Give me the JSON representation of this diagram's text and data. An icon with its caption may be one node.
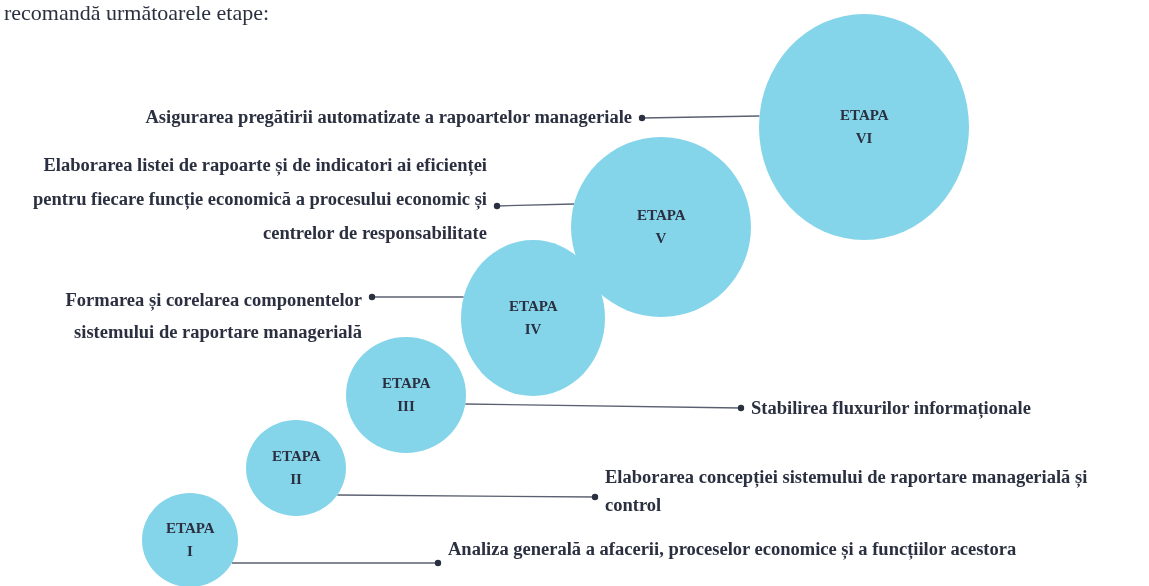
{
  "diagram": {
    "nodes": [
      {
        "text": [
          "Asigurarea pregătirii automatizate a rapoartelor manageriale"
        ]
      },
      {
        "text": [
          "ETAPA VI"
        ]
      },
      {
        "text": [
          "Elaborarea listei de rapoarte și de indicatori ai eficienței pentru fiecare funcție economică a procesului economic și centrelor de responsabilitate"
        ]
      },
      {
        "text": [
          "ETAPA V"
        ]
      },
      {
        "text": [
          "Formarea și corelarea componentelor sistemului de raportare managerială"
        ]
      },
      {
        "text": [
          "ETAPA IV"
        ]
      },
      {
        "text": [
          "ETAPA III"
        ]
      },
      {
        "text": [
          "Stabilirea fluxurilor informaționale"
        ]
      },
      {
        "text": [
          "ETAPA II"
        ]
      },
      {
        "text": [
          "Elaborarea concepției sistemului de raportare managerială și control"
        ]
      },
      {
        "text": [
          "ETAPA I"
        ]
      },
      {
        "text": [
          "Analiza generală a afacerii, proceselor economice și a funcțiilor acestora"
        ]
      }
    ],
    "edges": [
      {
        "from": 1,
        "to": 0,
        "arrow": "other"
      },
      {
        "from": 3,
        "to": 2,
        "arrow": "other"
      },
      {
        "from": 5,
        "to": 4,
        "arrow": "other"
      },
      {
        "from": 6,
        "to": 7,
        "arrow": "other"
      },
      {
        "from": 8,
        "to": 9,
        "arrow": "other"
      },
      {
        "from": 10,
        "to": 11,
        "arrow": "other"
      }
    ],
    "labels": [
      "recomandă următoarele etape:"
    ]
  }
}
